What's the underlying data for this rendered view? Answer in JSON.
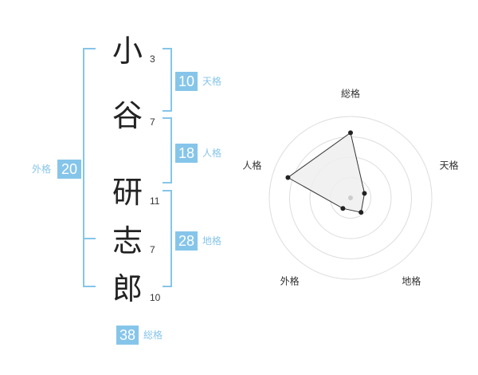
{
  "name_chars": [
    {
      "char": "小",
      "strokes": "3"
    },
    {
      "char": "谷",
      "strokes": "7"
    },
    {
      "char": "研",
      "strokes": "11"
    },
    {
      "char": "志",
      "strokes": "7"
    },
    {
      "char": "郎",
      "strokes": "10"
    }
  ],
  "kakusu": {
    "gaikaku": {
      "value": "20",
      "label": "外格"
    },
    "tenkaku": {
      "value": "10",
      "label": "天格"
    },
    "jinkaku": {
      "value": "18",
      "label": "人格"
    },
    "chikaku": {
      "value": "28",
      "label": "地格"
    },
    "soukaku": {
      "value": "38",
      "label": "総格"
    }
  },
  "colors": {
    "accent": "#86c5ea",
    "text": "#222222",
    "radar_fill": "#efefef"
  },
  "chart_data": {
    "type": "radar",
    "axes": [
      "総格",
      "天格",
      "地格",
      "外格",
      "人格"
    ],
    "values": [
      0.8,
      0.18,
      0.22,
      0.16,
      0.81
    ],
    "rings": 4
  }
}
